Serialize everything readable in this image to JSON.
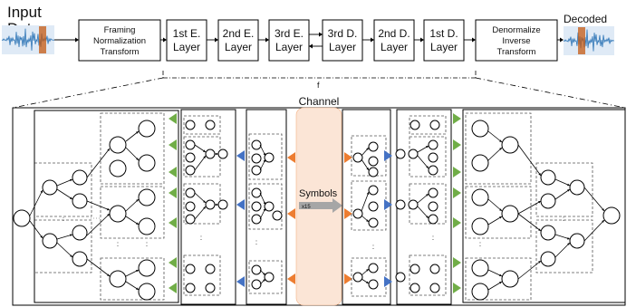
{
  "top_labels": {
    "input_data": "Input Data",
    "decoded": "Decoded",
    "f_label": "f"
  },
  "pipeline": [
    {
      "id": "framing",
      "lines": [
        "Framing",
        "Normalization",
        "Transform"
      ]
    },
    {
      "id": "e1",
      "lines": [
        "1st E.",
        "Layer"
      ]
    },
    {
      "id": "e2",
      "lines": [
        "2nd E.",
        "Layer"
      ]
    },
    {
      "id": "e3",
      "lines": [
        "3rd E.",
        "Layer"
      ]
    },
    {
      "id": "d3",
      "lines": [
        "3rd D.",
        "Layer"
      ]
    },
    {
      "id": "d2",
      "lines": [
        "2nd D.",
        "Layer"
      ]
    },
    {
      "id": "d1",
      "lines": [
        "1st D.",
        "Layer"
      ]
    },
    {
      "id": "denorm",
      "lines": [
        "Denormalize",
        "Inverse",
        "Transform"
      ]
    }
  ],
  "channel": {
    "title": "Channel",
    "symbols_label": "Symbols",
    "symbols_count": "x15"
  },
  "colors": {
    "green": "#70ad47",
    "blue": "#4472c4",
    "orange": "#ed7d31",
    "channel_fill": "#fbe5d6",
    "wave": "#2e75b6",
    "wave_marker": "#c55a11"
  }
}
